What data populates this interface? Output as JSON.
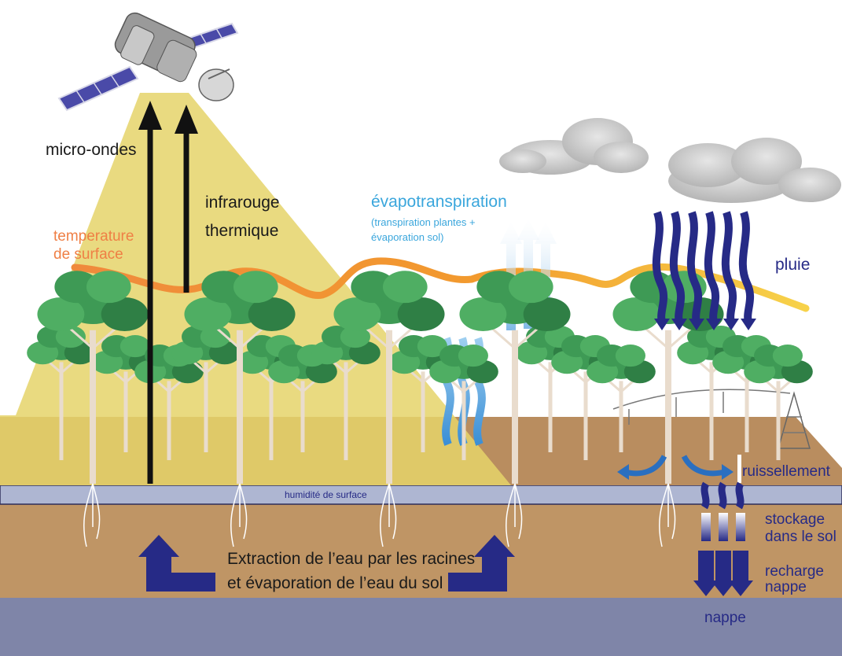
{
  "labels": {
    "micro_ondes": "micro-ondes",
    "infrarouge": "infrarouge",
    "thermique": "thermique",
    "temperature": "temperature",
    "de_surface": "de surface",
    "evapotranspiration": "évapotranspiration",
    "evap_sub1": "(transpiration plantes +",
    "evap_sub2": "évaporation sol)",
    "pluie": "pluie",
    "ruissellement": "ruissellement",
    "humidite": "humidité de surface",
    "stockage1": "stockage",
    "stockage2": "dans le sol",
    "recharge1": "recharge",
    "recharge2": "nappe",
    "nappe": "nappe",
    "extraction1": "Extraction de l’eau par les racines",
    "extraction2": "et évaporation de l’eau du sol"
  },
  "colors": {
    "sky": "#ffffff",
    "soil": "#b98d5f",
    "surface_layer": "#aeb6d2",
    "aquifer": "#7f85a8",
    "satellite_beam": "#e5d36a",
    "temperature_line": "#f29a2e",
    "evapo_blue": "#3aa6dc",
    "rain_navy": "#262a86",
    "tree_green": "#3e9a55",
    "cloud": "#c9c9c9"
  }
}
